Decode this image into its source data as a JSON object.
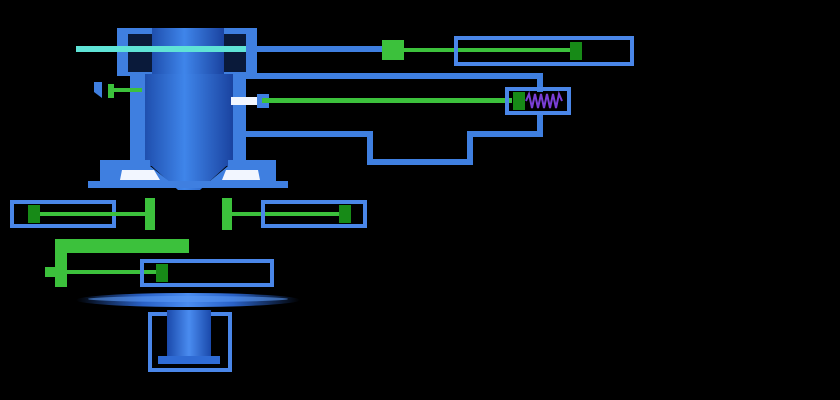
{
  "diagram": {
    "background": "#000000",
    "colors": {
      "body_blue": "#3f7fe0",
      "body_blue_dark": "#2156b8",
      "outline_blue": "#4a86e8",
      "piston_green": "#3cc13c",
      "piston_green_dark": "#178a17",
      "cyan_rod": "#5fe3d6",
      "spring_purple": "#7a3fd6",
      "white_insert": "#f2f6ff"
    },
    "components": [
      {
        "id": "main-column",
        "icon": "cylinder-column"
      },
      {
        "id": "upper-right-cylinder",
        "icon": "pneumatic-cylinder"
      },
      {
        "id": "spring-cylinder",
        "icon": "spring-return-cylinder"
      },
      {
        "id": "left-clamp-cylinder",
        "icon": "pneumatic-cylinder"
      },
      {
        "id": "right-clamp-cylinder",
        "icon": "pneumatic-cylinder"
      },
      {
        "id": "lower-pusher-cylinder",
        "icon": "pneumatic-cylinder"
      },
      {
        "id": "rotary-table",
        "icon": "disc"
      },
      {
        "id": "lower-cup",
        "icon": "cup-cylinder"
      }
    ]
  }
}
